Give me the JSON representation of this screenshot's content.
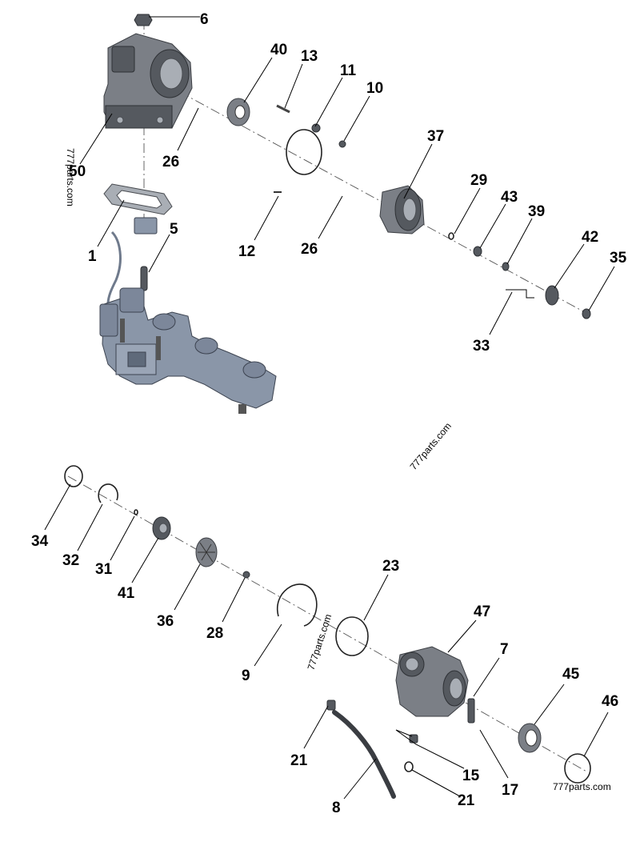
{
  "callouts": {
    "c6": "6",
    "c40": "40",
    "c13": "13",
    "c11": "11",
    "c10": "10",
    "c50": "50",
    "c26a": "26",
    "c37": "37",
    "c29": "29",
    "c43": "43",
    "c39": "39",
    "c42": "42",
    "c35": "35",
    "c1": "1",
    "c5": "5",
    "c12": "12",
    "c26b": "26",
    "c33": "33",
    "c34": "34",
    "c32": "32",
    "c31": "31",
    "c41": "41",
    "c36": "36",
    "c28": "28",
    "c23": "23",
    "c9": "9",
    "c47": "47",
    "c7": "7",
    "c45": "45",
    "c46": "46",
    "c21a": "21",
    "c15": "15",
    "c17": "17",
    "c8": "8",
    "c21b": "21"
  },
  "watermarks": {
    "w1": "777parts.com",
    "w2": "777parts.com",
    "w3": "777parts.com",
    "w4": "777parts.com"
  },
  "colors": {
    "part_body": "#7b7f86",
    "part_dark": "#55595f",
    "manifold": "#8a96a8"
  }
}
